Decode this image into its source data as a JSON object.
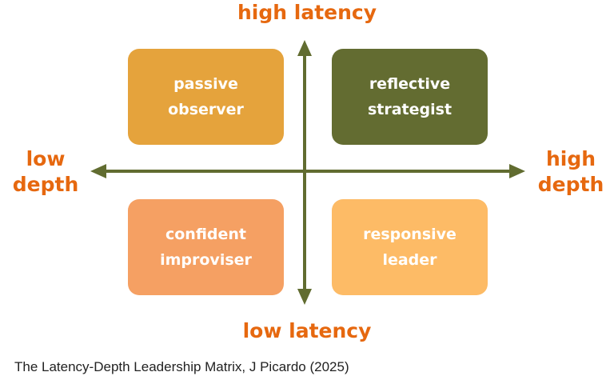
{
  "axes": {
    "top_label": "high latency",
    "bottom_label": "low latency",
    "left_label_line1": "low",
    "left_label_line2": "depth",
    "right_label_line1": "high",
    "right_label_line2": "depth",
    "label_color": "#e6680f",
    "axis_color": "#616c30"
  },
  "quadrants": [
    {
      "position": "top-left",
      "line1": "passive",
      "line2": "observer",
      "color": "#e5a33c"
    },
    {
      "position": "top-right",
      "line1": "reflective",
      "line2": "strategist",
      "color": "#636c31"
    },
    {
      "position": "bottom-left",
      "line1": "confident",
      "line2": "improviser",
      "color": "#f5a063"
    },
    {
      "position": "bottom-right",
      "line1": "responsive",
      "line2": "leader",
      "color": "#fdbb66"
    }
  ],
  "caption": "The Latency-Depth Leadership Matrix, J Picardo (2025)"
}
